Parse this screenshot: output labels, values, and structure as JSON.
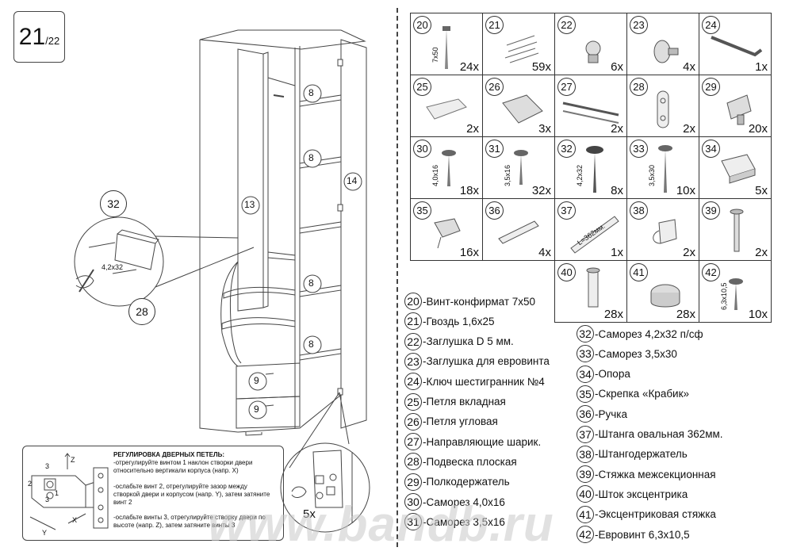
{
  "page": {
    "current": "21",
    "total": "/22"
  },
  "cabinet_labels": {
    "shelf_8_a": "8",
    "shelf_8_b": "8",
    "shelf_8_c": "8",
    "shelf_8_d": "8",
    "door_left": "13",
    "door_right": "14",
    "drawer_a": "9",
    "drawer_b": "9"
  },
  "handle_detail": {
    "part_32": "32",
    "part_28": "28",
    "screw_label": "4,2x32"
  },
  "hinge_detail": {
    "qty": "5x"
  },
  "hinge_note": {
    "title": "РЕГУЛИРОВКА ДВЕРНЫХ ПЕТЕЛЬ:",
    "line1": "-отрегулируйте винтом 1 наклон створки двери относительно вертикали корпуса (напр. Х)",
    "line2": "-ослабьте винт 2, отрегулируйте зазор между створкой двери и корпусом (напр. Y), затем затяните винт 2",
    "line3": "-ослабьте винты 3, отрегулируйте створку двери по высоте (напр. Z), затем затяните винты 3",
    "axis_x": "X",
    "axis_y": "Y",
    "axis_z": "Z",
    "n1": "1",
    "n2": "2",
    "n3a": "3",
    "n3b": "3"
  },
  "fittings_grid": [
    {
      "num": "20",
      "qty": "24x",
      "label": "7x50"
    },
    {
      "num": "21",
      "qty": "59x",
      "label": ""
    },
    {
      "num": "22",
      "qty": "6x",
      "label": ""
    },
    {
      "num": "23",
      "qty": "4x",
      "label": ""
    },
    {
      "num": "24",
      "qty": "1x",
      "label": ""
    },
    {
      "num": "25",
      "qty": "2x",
      "label": ""
    },
    {
      "num": "26",
      "qty": "3x",
      "label": ""
    },
    {
      "num": "27",
      "qty": "2x",
      "label": ""
    },
    {
      "num": "28",
      "qty": "2x",
      "label": ""
    },
    {
      "num": "29",
      "qty": "20x",
      "label": ""
    },
    {
      "num": "30",
      "qty": "18x",
      "label": "4,0x16"
    },
    {
      "num": "31",
      "qty": "32x",
      "label": "3,5x16"
    },
    {
      "num": "32",
      "qty": "8x",
      "label": "4,2x32"
    },
    {
      "num": "33",
      "qty": "10x",
      "label": "3,5x30"
    },
    {
      "num": "34",
      "qty": "5x",
      "label": ""
    },
    {
      "num": "35",
      "qty": "16x",
      "label": ""
    },
    {
      "num": "36",
      "qty": "4x",
      "label": ""
    },
    {
      "num": "37",
      "qty": "1x",
      "label": "L=362мм."
    },
    {
      "num": "38",
      "qty": "2x",
      "label": ""
    },
    {
      "num": "39",
      "qty": "2x",
      "label": ""
    },
    {
      "num": "40",
      "qty": "28x",
      "label": ""
    },
    {
      "num": "41",
      "qty": "28x",
      "label": ""
    },
    {
      "num": "42",
      "qty": "10x",
      "label": "6,3x10,5"
    }
  ],
  "parts_list_left": [
    {
      "num": "20",
      "text": "-Винт-конфирмат 7х50"
    },
    {
      "num": "21",
      "text": "-Гвоздь 1,6х25"
    },
    {
      "num": "22",
      "text": "-Заглушка D 5 мм."
    },
    {
      "num": "23",
      "text": "-Заглушка для евровинта"
    },
    {
      "num": "24",
      "text": "-Ключ шестигранник №4"
    },
    {
      "num": "25",
      "text": "-Петля вкладная"
    },
    {
      "num": "26",
      "text": "-Петля угловая"
    },
    {
      "num": "27",
      "text": "-Направляющие шарик."
    },
    {
      "num": "28",
      "text": "-Подвеска плоская"
    },
    {
      "num": "29",
      "text": "-Полкодержатель"
    },
    {
      "num": "30",
      "text": "-Саморез 4,0х16"
    },
    {
      "num": "31",
      "text": "-Саморез 3,5х16"
    }
  ],
  "parts_list_right": [
    {
      "num": "32",
      "text": "-Саморез 4,2х32 п/сф"
    },
    {
      "num": "33",
      "text": "-Саморез 3,5х30"
    },
    {
      "num": "34",
      "text": "-Опора"
    },
    {
      "num": "35",
      "text": "-Скрепка «Крабик»"
    },
    {
      "num": "36",
      "text": "-Ручка"
    },
    {
      "num": "37",
      "text": "-Штанга овальная 362мм."
    },
    {
      "num": "38",
      "text": "-Штангодержатель"
    },
    {
      "num": "39",
      "text": "-Стяжка межсекционная"
    },
    {
      "num": "40",
      "text": "-Шток эксцентрика"
    },
    {
      "num": "41",
      "text": "-Эксцентриковая стяжка"
    },
    {
      "num": "42",
      "text": "-Евровинт 6,3х10,5"
    }
  ],
  "watermark": "www.bandb.ru"
}
